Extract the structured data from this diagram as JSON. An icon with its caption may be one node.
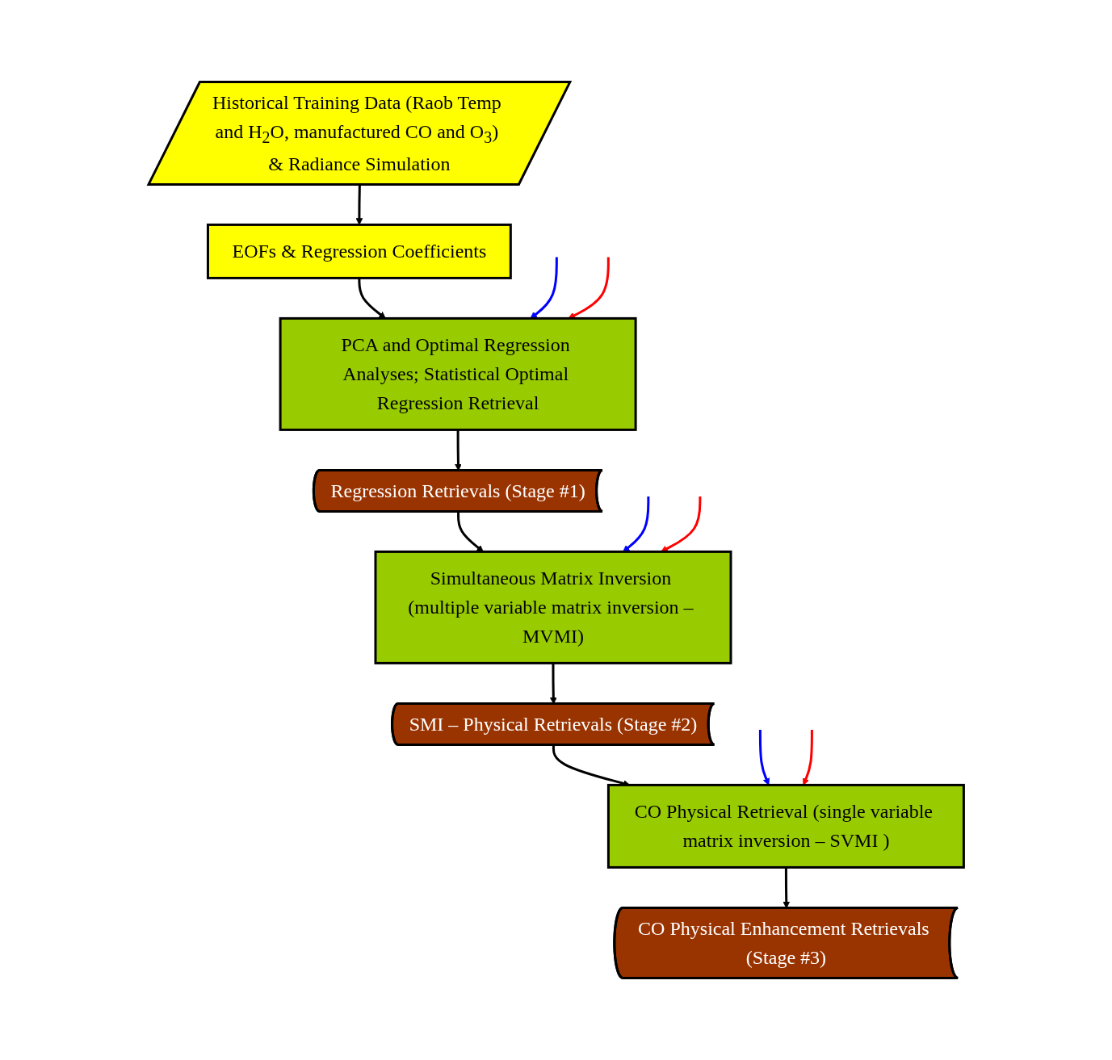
{
  "diagram": {
    "nodes": [
      {
        "text": [
          "EOFs & Regression Coefficients"
        ]
      },
      {
        "text": [
          "Historical Training Data (Raob Temp and H$_{2}$O, manufactured CO and O$_{3}$) & Radiance Simulation"
        ]
      },
      {
        "text": [
          "PCA and Optimal Regression Analyses; Statistical Optimal Regression Retrieval"
        ]
      },
      {
        "text": [
          "Regression Retrievals (Stage #1)"
        ]
      },
      {
        "text": [
          "Simultaneous Matrix Inversion (multiple variable matrix inversion – MVMI)"
        ]
      },
      {
        "text": [
          "SMI – Physical Retrievals (Stage #2)"
        ]
      },
      {
        "text": [
          "CO Physical Retrieval (single variable matrix inversion – SVMI )"
        ]
      },
      {
        "text": [
          "CO Physical Enhancement Retrievals (Stage #3)"
        ]
      }
    ],
    "edges": [
      {
        "from": 1,
        "to": 0,
        "arrow": "to"
      },
      {
        "from": 0,
        "to": 2,
        "arrow": "to"
      },
      {
        "from": 2,
        "to": 3,
        "arrow": "to"
      },
      {
        "from": 3,
        "to": 4,
        "arrow": "to"
      },
      {
        "from": 4,
        "to": 5,
        "arrow": "to"
      },
      {
        "from": 5,
        "to": 6,
        "arrow": "to"
      },
      {
        "from": 6,
        "to": 7,
        "arrow": "to"
      },
      {
        "from": null,
        "to": 2,
        "arrow": "to",
        "color": "#0000ff"
      },
      {
        "from": null,
        "to": 4,
        "arrow": "to",
        "color": "#0000ff"
      },
      {
        "from": null,
        "to": 6,
        "arrow": "to",
        "color": "#0000ff"
      },
      {
        "from": null,
        "to": 2,
        "arrow": "to",
        "color": "#ff0000"
      },
      {
        "from": null,
        "to": 4,
        "arrow": "to",
        "color": "#ff0000"
      },
      {
        "from": null,
        "to": 6,
        "arrow": "to",
        "color": "#ff0000"
      }
    ]
  }
}
